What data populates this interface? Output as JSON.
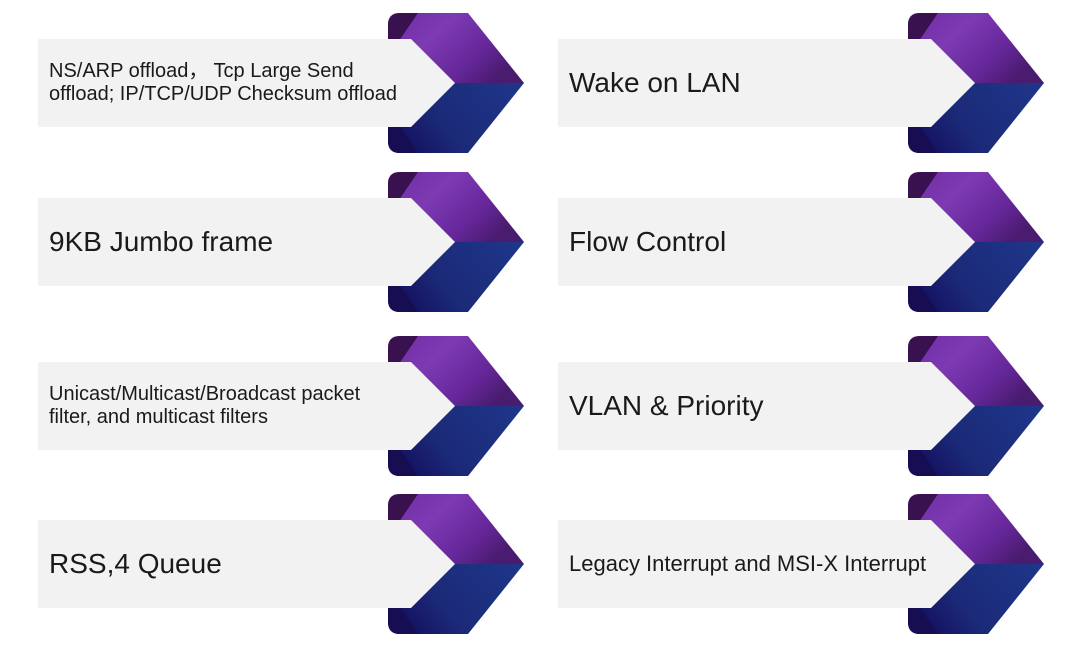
{
  "page": {
    "background": "#ffffff",
    "title": ""
  },
  "colors": {
    "bar_background": "#f2f2f2",
    "text": "#1a1a1a",
    "chevron_purple_bright": "#7d3ab3",
    "chevron_purple_dark": "#4a1c70",
    "chevron_purple_fold": "#39114f",
    "chevron_navy_bright": "#1e3588",
    "chevron_navy_dark": "#141060",
    "chevron_navy_fold": "#160d52"
  },
  "items": [
    {
      "label": "NS/ARP offload， Tcp Large Send offload; IP/TCP/UDP Checksum offload",
      "icon": "chevron-arrow"
    },
    {
      "label": "Wake on LAN",
      "icon": "chevron-arrow"
    },
    {
      "label": "9KB Jumbo frame",
      "icon": "chevron-arrow"
    },
    {
      "label": "Flow Control",
      "icon": "chevron-arrow"
    },
    {
      "label": "Unicast/Multicast/Broadcast packet filter, and multicast filters",
      "icon": "chevron-arrow"
    },
    {
      "label": "VLAN & Priority",
      "icon": "chevron-arrow"
    },
    {
      "label": "RSS,4 Queue",
      "icon": "chevron-arrow"
    },
    {
      "label": "Legacy Interrupt and MSI-X Interrupt",
      "icon": "chevron-arrow"
    }
  ]
}
